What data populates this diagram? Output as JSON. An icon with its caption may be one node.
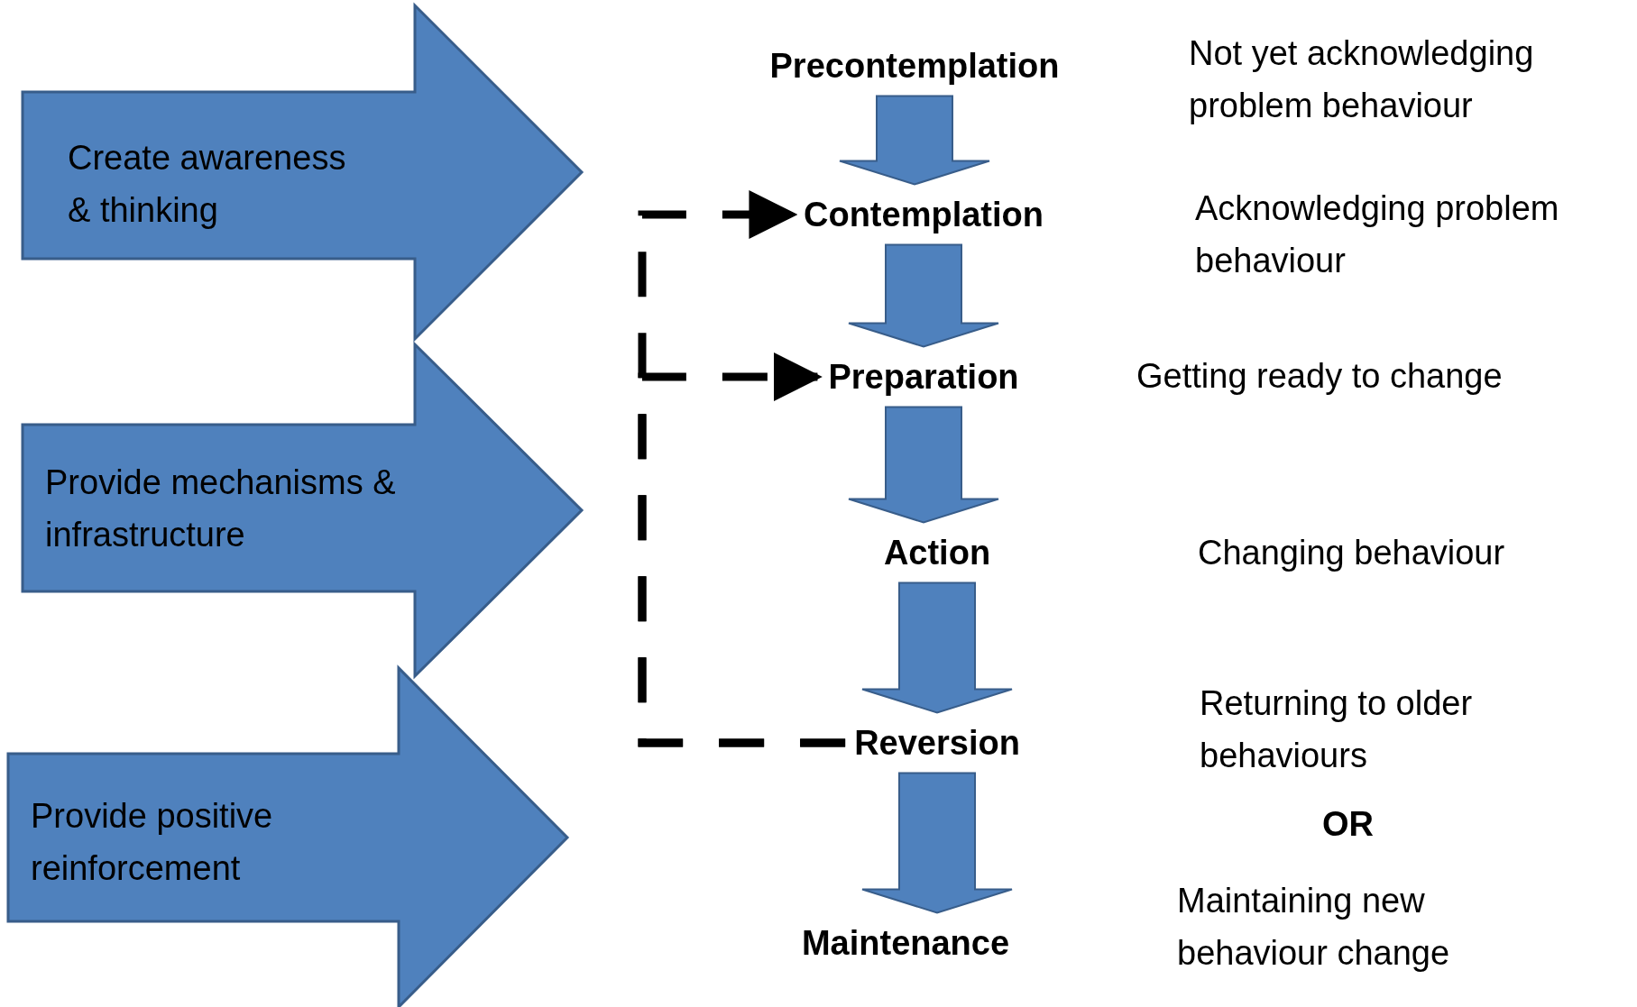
{
  "diagram": {
    "nodes": [
      {
        "text": [
          "Create awareness & thinking"
        ]
      },
      {
        "text": [
          "Provide mechanisms & infrastructure"
        ]
      },
      {
        "text": [
          "Provide positive reinforcement"
        ]
      },
      {
        "text": [
          "Precontemplation"
        ]
      },
      {
        "text": [
          "Contemplation"
        ]
      },
      {
        "text": [
          "Preparation"
        ]
      },
      {
        "text": [
          "Action"
        ]
      },
      {
        "text": [
          "Reversion"
        ]
      },
      {
        "text": [
          "Maintenance"
        ]
      }
    ],
    "edges": [
      {
        "from": 3,
        "to": 4,
        "arrow": "to"
      },
      {
        "from": 4,
        "to": 5,
        "arrow": "to"
      },
      {
        "from": 5,
        "to": 6,
        "arrow": "to"
      },
      {
        "from": 6,
        "to": 7,
        "arrow": "to"
      },
      {
        "from": 7,
        "to": 8,
        "arrow": "to"
      },
      {
        "from": 7,
        "to": 4,
        "arrow": "to",
        "style": "dashed",
        "color": "#000000"
      },
      {
        "from": 7,
        "to": 5,
        "arrow": "to",
        "style": "dashed",
        "color": "#000000"
      }
    ],
    "labels": [
      "Not yet acknowledging problem behaviour",
      "Acknowledging problem behaviour",
      "Getting ready to change",
      "Changing behaviour",
      "Returning to older behaviours",
      "OR",
      "Maintaining new behaviour change"
    ]
  }
}
